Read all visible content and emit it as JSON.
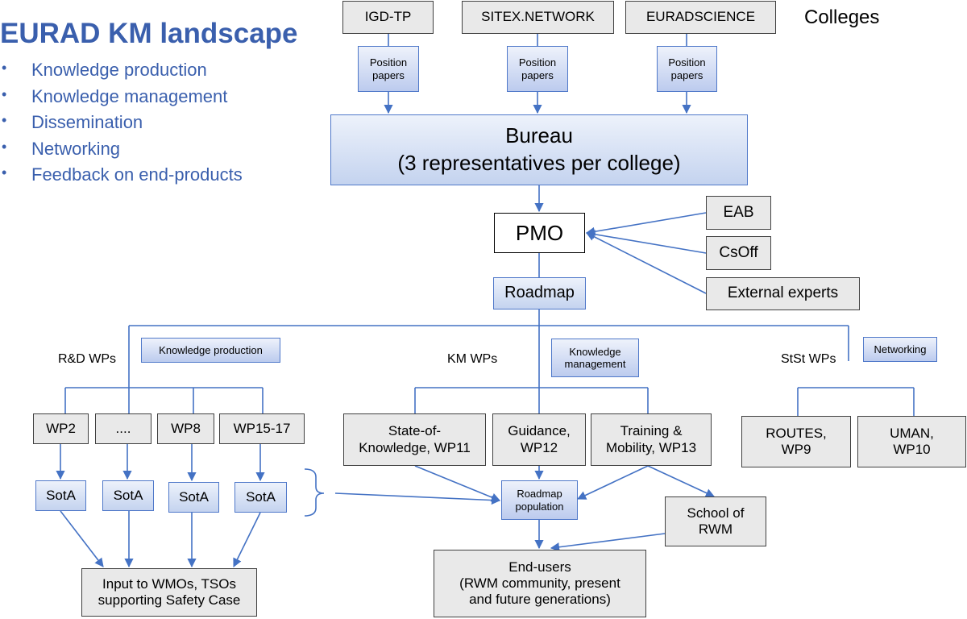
{
  "title": "EURAD KM landscape",
  "bullets": [
    "Knowledge production",
    "Knowledge management",
    "Dissemination",
    "Networking",
    "Feedback on end-products"
  ],
  "colleges_label": "Colleges",
  "colleges": [
    "IGD-TP",
    "SITEX.NETWORK",
    "EURADSCIENCE"
  ],
  "position_papers": "Position\npapers",
  "bureau": "Bureau\n(3 representatives per college)",
  "pmo": "PMO",
  "roadmap": "Roadmap",
  "advisors": [
    "EAB",
    "CsOff",
    "External experts"
  ],
  "groups": {
    "rd": {
      "label": "R&D WPs",
      "tag": "Knowledge production"
    },
    "km": {
      "label": "KM WPs",
      "tag": "Knowledge\nmanagement"
    },
    "stst": {
      "label": "StSt WPs",
      "tag": "Networking"
    }
  },
  "rd_wps": [
    "WP2",
    "....",
    "WP8",
    "WP15-17"
  ],
  "sota": "SotA",
  "km_wps": [
    "State-of-\nKnowledge, WP11",
    "Guidance,\nWP12",
    "Training &\nMobility, WP13"
  ],
  "stst_wps": [
    "ROUTES,\nWP9",
    "UMAN,\nWP10"
  ],
  "roadmap_population": "Roadmap\npopulation",
  "school": "School of\nRWM",
  "input_box": "Input to WMOs, TSOs\nsupporting Safety Case",
  "end_users": "End-users\n(RWM community, present\nand future generations)"
}
